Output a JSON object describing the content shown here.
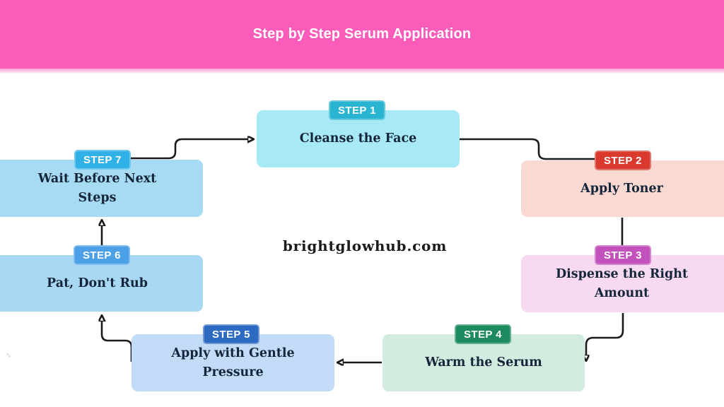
{
  "banner": {
    "title": "Step by Step Serum Application",
    "bg_color": "#fb5cb9",
    "text_color": "#ffffff"
  },
  "watermark": "brightglowhub.com",
  "arrow_color": "#1b1b1b",
  "steps": [
    {
      "badge": "STEP 1",
      "label": "Cleanse the Face",
      "badge_color": "#29b4d2",
      "box_color": "#a8e9f6"
    },
    {
      "badge": "STEP 2",
      "label": "Apply Toner",
      "badge_color": "#da392d",
      "box_color": "#f9d9d1"
    },
    {
      "badge": "STEP 3",
      "label": "Dispense the Right Amount",
      "badge_color": "#c251bc",
      "box_color": "#f7d9f1"
    },
    {
      "badge": "STEP 4",
      "label": "Warm the Serum",
      "badge_color": "#1e8a5f",
      "box_color": "#d3ecdf"
    },
    {
      "badge": "STEP 5",
      "label": "Apply with Gentle Pressure",
      "badge_color": "#2d6ac2",
      "box_color": "#c2dcf7"
    },
    {
      "badge": "STEP 6",
      "label": "Pat, Don't Rub",
      "badge_color": "#4ba0e8",
      "box_color": "#a9d8f4"
    },
    {
      "badge": "STEP 7",
      "label": "Wait Before Next Steps",
      "badge_color": "#30b2e8",
      "box_color": "#a7daf3"
    }
  ],
  "stray_mark": "∿"
}
